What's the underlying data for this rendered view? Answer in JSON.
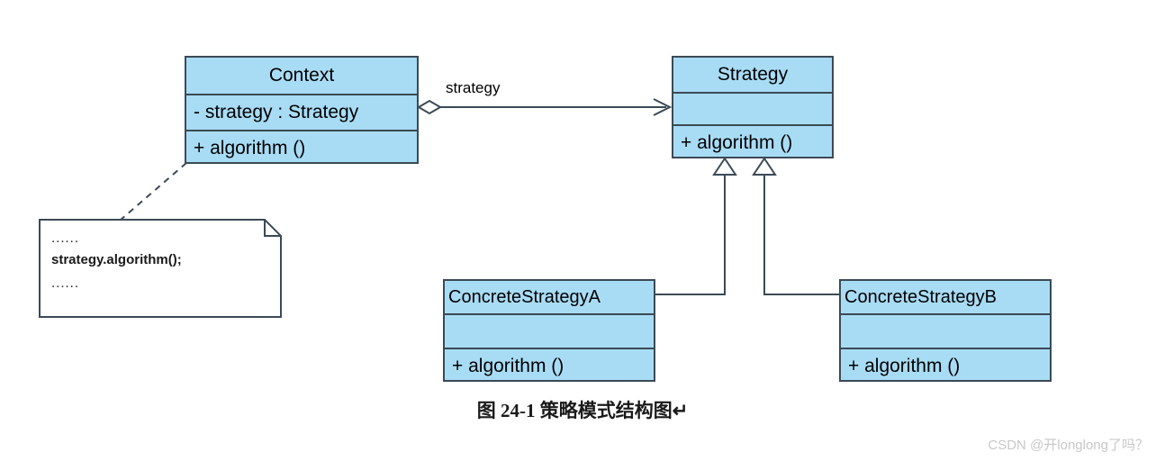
{
  "diagram": {
    "title": "Strategy Pattern Structure Diagram",
    "colors": {
      "class_fill": "#a8dcf5",
      "class_border": "#3b4a55",
      "line": "#3b4a55",
      "note_fill": "#ffffff",
      "watermark": "#c8c8c8"
    },
    "classes": {
      "context": {
        "name": "Context",
        "attributes": "- strategy  : Strategy",
        "operations": "+  algorithm ()"
      },
      "strategy": {
        "name": "Strategy",
        "attributes": "",
        "operations": "+  algorithm ()"
      },
      "concrete_a": {
        "name": "ConcreteStrategyA",
        "attributes": "",
        "operations": "+  algorithm ()"
      },
      "concrete_b": {
        "name": "ConcreteStrategyB",
        "attributes": "",
        "operations": "+  algorithm ()"
      }
    },
    "note": {
      "line1": "......",
      "line2": "strategy.algorithm();",
      "line3": "......"
    },
    "association": {
      "label": "strategy",
      "source_decoration": "hollow-diamond",
      "target_decoration": "open-arrow"
    },
    "generalizations": [
      {
        "from": "ConcreteStrategyA",
        "to": "Strategy",
        "decoration": "hollow-triangle"
      },
      {
        "from": "ConcreteStrategyB",
        "to": "Strategy",
        "decoration": "hollow-triangle"
      }
    ]
  },
  "caption": "图 24-1  策略模式结构图↵",
  "watermark": "CSDN @开longlong了吗？"
}
